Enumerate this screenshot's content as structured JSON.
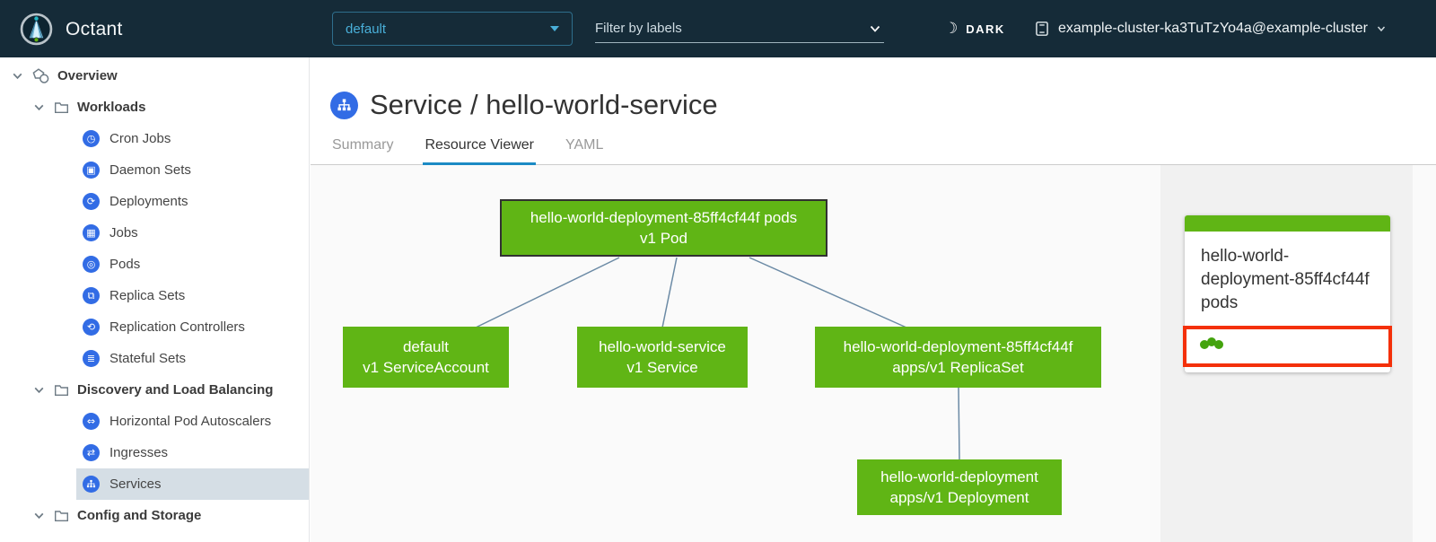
{
  "colors": {
    "node_green": "#60b515",
    "selected_node_border": "#313131",
    "highlight_red": "#f43009",
    "kubernetes_icon_blue": "#326ce5",
    "namespace_text_blue": "#49afd9",
    "active_tab_blue": "#1c8ac4",
    "edge_blue_gray": "#6b8aa5",
    "status_dot_green": "#44a30e",
    "header_bg": "#152b38",
    "selected_nav_bg": "#d5dee5"
  },
  "header": {
    "app_name": "Octant",
    "namespace": "default",
    "filter_placeholder": "Filter by labels",
    "theme_label": "DARK",
    "theme_icon": "moon-icon",
    "theme_glyph": "☾",
    "context": "example-cluster-ka3TuTzYo4a@example-cluster"
  },
  "sidebar": {
    "items": [
      {
        "label": "Overview",
        "icon": "applications-icon",
        "level": "root",
        "expanded": true
      },
      {
        "label": "Workloads",
        "icon": "folder-icon",
        "level": "group",
        "expanded": true
      },
      {
        "label": "Cron Jobs",
        "icon": "cron-jobs-icon",
        "glyph": "◷"
      },
      {
        "label": "Daemon Sets",
        "icon": "daemon-sets-icon",
        "glyph": "▣"
      },
      {
        "label": "Deployments",
        "icon": "deployments-icon",
        "glyph": "⟳"
      },
      {
        "label": "Jobs",
        "icon": "jobs-icon",
        "glyph": "▦"
      },
      {
        "label": "Pods",
        "icon": "pods-icon",
        "glyph": "◎"
      },
      {
        "label": "Replica Sets",
        "icon": "replica-sets-icon",
        "glyph": "⧉"
      },
      {
        "label": "Replication Controllers",
        "icon": "replication-controllers-icon",
        "glyph": "⟲"
      },
      {
        "label": "Stateful Sets",
        "icon": "stateful-sets-icon",
        "glyph": "≣"
      },
      {
        "label": "Discovery and Load Balancing",
        "icon": "folder-icon",
        "level": "group",
        "expanded": true
      },
      {
        "label": "Horizontal Pod Autoscalers",
        "icon": "hpa-icon",
        "glyph": "⇔"
      },
      {
        "label": "Ingresses",
        "icon": "ingresses-icon",
        "glyph": "⇄"
      },
      {
        "label": "Services",
        "icon": "services-icon",
        "selected": true
      },
      {
        "label": "Config and Storage",
        "icon": "folder-icon",
        "level": "group",
        "expanded": true
      }
    ]
  },
  "main": {
    "title": "Service / hello-world-service",
    "title_icon": "service-icon",
    "tabs": [
      "Summary",
      "Resource Viewer",
      "YAML"
    ],
    "active_tab": "Resource Viewer"
  },
  "graph": {
    "nodes": [
      {
        "id": "pod",
        "name": "hello-world-deployment-85ff4cf44f pods",
        "kind": "v1 Pod",
        "selected": true
      },
      {
        "id": "serviceaccount",
        "name": "default",
        "kind": "v1 ServiceAccount"
      },
      {
        "id": "service",
        "name": "hello-world-service",
        "kind": "v1 Service"
      },
      {
        "id": "replicaset",
        "name": "hello-world-deployment-85ff4cf44f",
        "kind": "apps/v1 ReplicaSet"
      },
      {
        "id": "deployment",
        "name": "hello-world-deployment",
        "kind": "apps/v1 Deployment"
      }
    ],
    "edges": [
      [
        "pod",
        "serviceaccount"
      ],
      [
        "pod",
        "service"
      ],
      [
        "pod",
        "replicaset"
      ],
      [
        "replicaset",
        "deployment"
      ]
    ]
  },
  "detail_card": {
    "title": "hello-world-deployment-85ff4cf44f pods",
    "status_dot_count": 3
  }
}
